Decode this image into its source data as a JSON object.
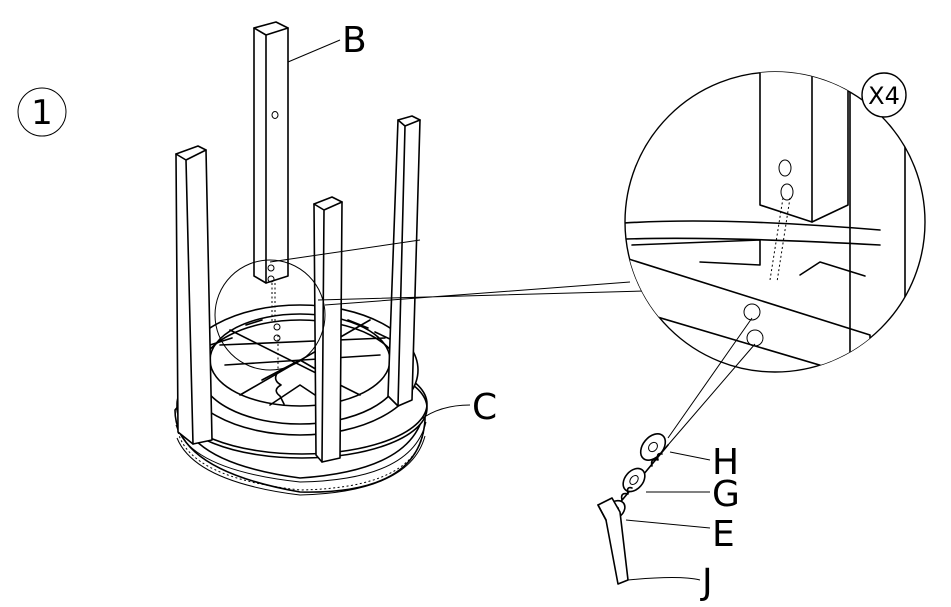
{
  "step_number": "1",
  "multiplier": "X4",
  "labels": {
    "B": "B",
    "C": "C",
    "H": "H",
    "G": "G",
    "E": "E",
    "J": "J"
  }
}
